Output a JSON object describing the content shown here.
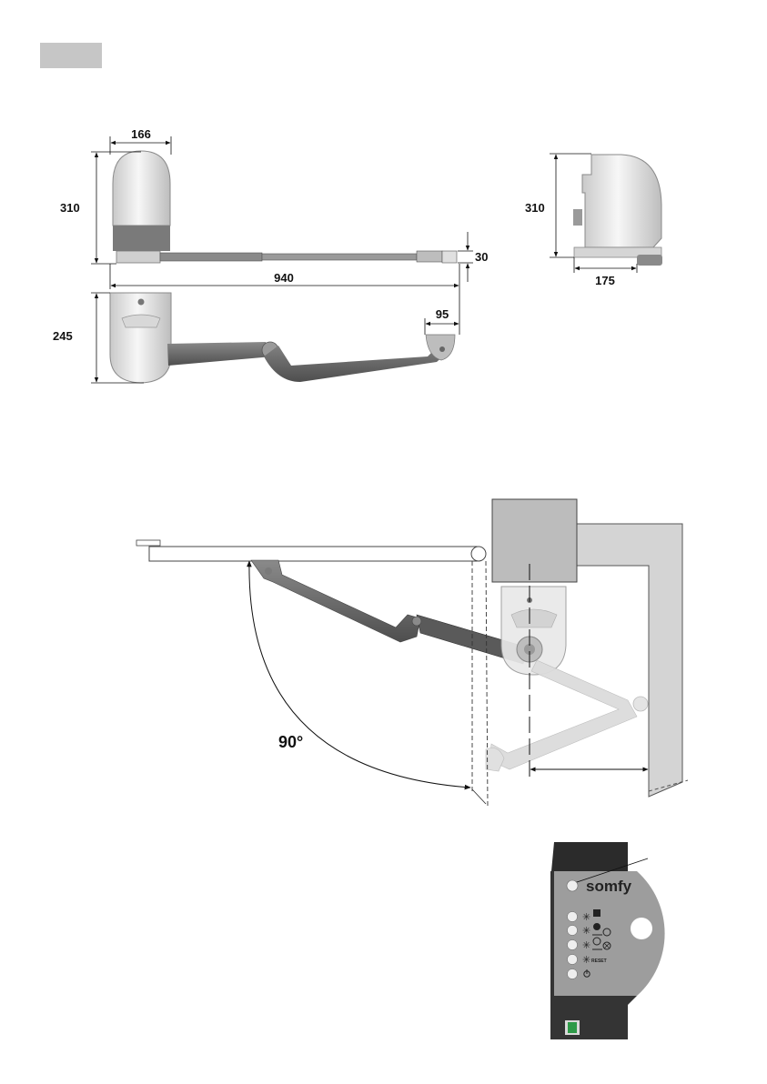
{
  "dimensions": {
    "front_width": "166",
    "front_height": "310",
    "arm_thickness": "30",
    "total_length": "940",
    "side_height": "310",
    "side_depth": "175",
    "top_depth": "245",
    "bracket_width": "95"
  },
  "installation": {
    "opening_angle": "90°"
  },
  "control_panel": {
    "brand": "somfy",
    "reset_label": "RESET"
  },
  "colors": {
    "body_white": "#ececec",
    "arm_grey": "#6a6a6a",
    "pillar_grey": "#d3d3d3",
    "panel_dark": "#2f2f2f",
    "panel_light": "#9c9c9c",
    "connector_green": "#2e9a48"
  }
}
